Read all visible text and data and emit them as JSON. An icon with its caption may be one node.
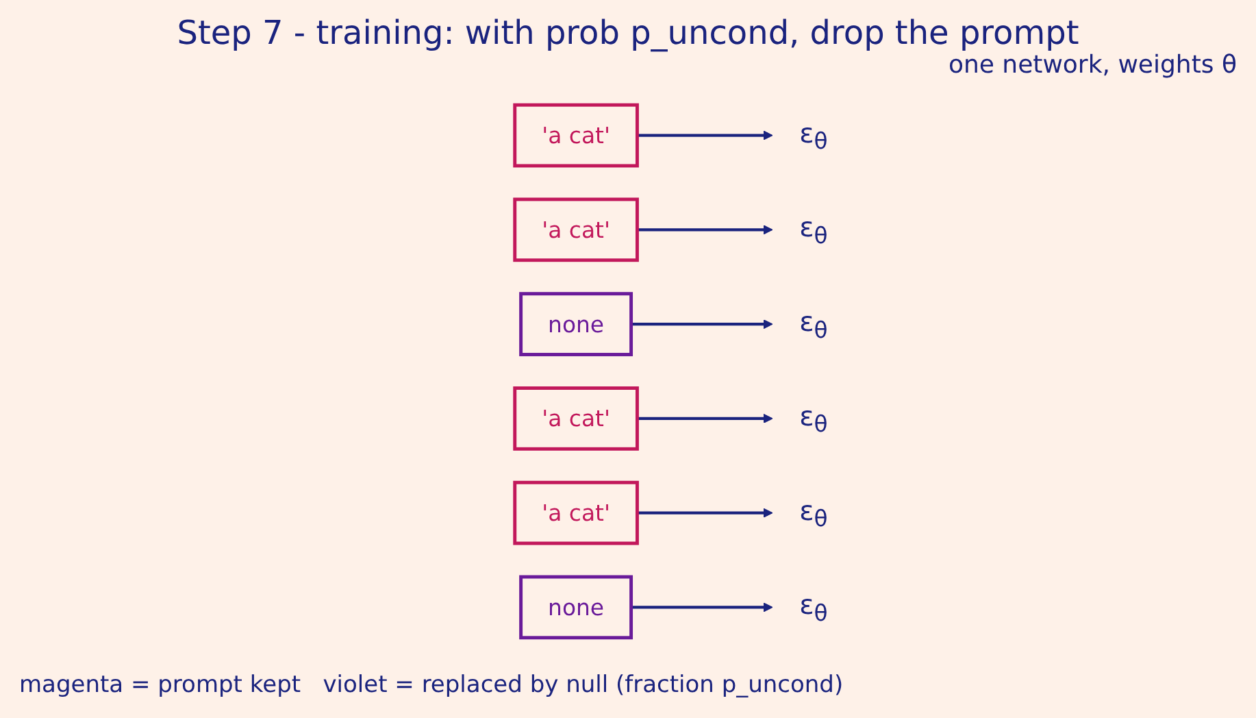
{
  "diagram": {
    "title": "Step 7 - training: with prob p_uncond, drop the prompt",
    "nodes": [
      {
        "text": [
          "'a cat'"
        ]
      },
      {
        "text": [
          "'a cat'"
        ]
      },
      {
        "text": [
          "none"
        ]
      },
      {
        "text": [
          "'a cat'"
        ]
      },
      {
        "text": [
          "'a cat'"
        ]
      },
      {
        "text": [
          "none"
        ]
      },
      {
        "text": [
          "ε$_{θ}$"
        ]
      },
      {
        "text": [
          "ε$_{θ}$"
        ]
      },
      {
        "text": [
          "ε$_{θ}$"
        ]
      },
      {
        "text": [
          "ε$_{θ}$"
        ]
      },
      {
        "text": [
          "ε$_{θ}$"
        ]
      },
      {
        "text": [
          "ε$_{θ}$"
        ]
      }
    ],
    "edges": [
      {
        "from": 0,
        "to": 6,
        "arrow": "to"
      },
      {
        "from": 1,
        "to": 7,
        "arrow": "to"
      },
      {
        "from": 2,
        "to": 8,
        "arrow": "to"
      },
      {
        "from": 3,
        "to": 9,
        "arrow": "to"
      },
      {
        "from": 4,
        "to": 10,
        "arrow": "to"
      },
      {
        "from": 5,
        "to": 11,
        "arrow": "to"
      }
    ],
    "labels": [
      "one network, weights θ",
      "magenta = prompt kept   violet = replaced by null (fraction p_uncond)"
    ]
  }
}
